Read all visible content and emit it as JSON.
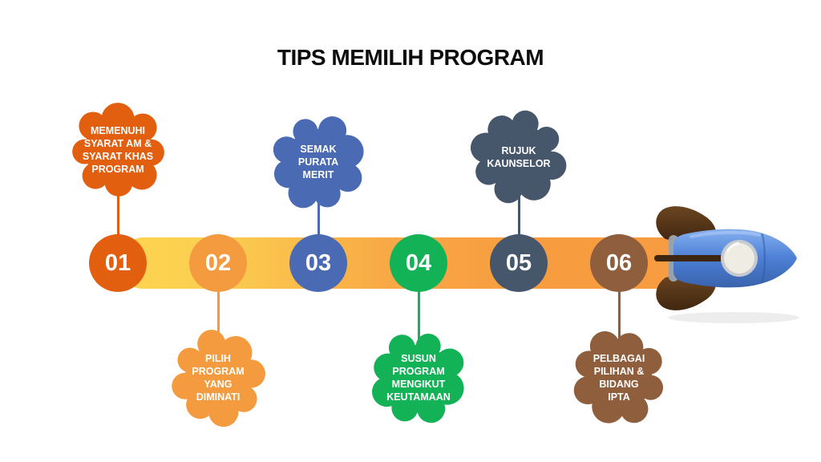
{
  "title": "TIPS MEMILIH PROGRAM",
  "background_color": "#FFFFFF",
  "bar": {
    "gradient_start": "#FCD551",
    "gradient_end": "#F79C40"
  },
  "steps": [
    {
      "number": "01",
      "label": "MEMENUHI\nSYARAT AM &\nSYARAT KHAS\nPROGRAM",
      "color": "#E35F10",
      "callout_position": "top"
    },
    {
      "number": "02",
      "label": "PILIH\nPROGRAM\nYANG\nDIMINATI",
      "color": "#F49B3F",
      "callout_position": "bottom"
    },
    {
      "number": "03",
      "label": "SEMAK\nPURATA\nMERIT",
      "color": "#4A6AB4",
      "callout_position": "top"
    },
    {
      "number": "04",
      "label": "SUSUN\nPROGRAM\nMENGIKUT\nKEUTAMAAN",
      "color": "#14B256",
      "callout_position": "bottom"
    },
    {
      "number": "05",
      "label": "RUJUK\nKAUNSELOR",
      "color": "#46566B",
      "callout_position": "top"
    },
    {
      "number": "06",
      "label": "PELBAGAI\nPILIHAN &\nBIDANG\nIPTA",
      "color": "#8F5E3C",
      "callout_position": "bottom"
    }
  ],
  "rocket": {
    "icon": "rocket-icon",
    "body_color": "#4C7FD6",
    "fin_color": "#5A3719",
    "window_color": "#EFEDE3",
    "stick_color": "#3E2711"
  }
}
